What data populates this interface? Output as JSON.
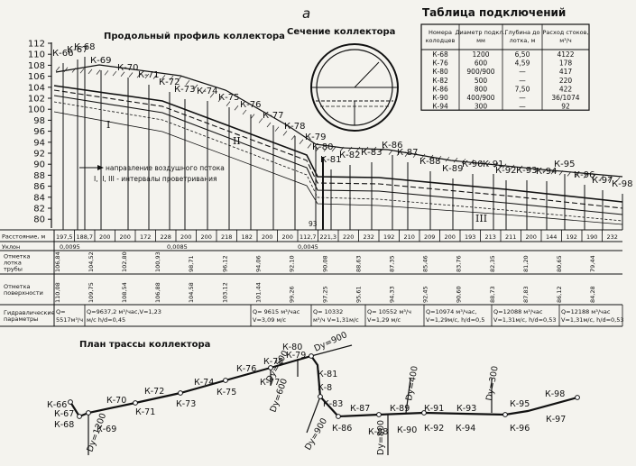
{
  "sheet": {
    "letter": "а",
    "profile_title": "Продольный профиль коллектора",
    "section_title": "Сечение коллектора",
    "plan_title": "План трассы коллектора",
    "table_title": "Таблица подключений"
  },
  "profile": {
    "elevation_ticks": [
      "112",
      "110",
      "108",
      "106",
      "104",
      "102",
      "100",
      "98",
      "96",
      "94",
      "92",
      "90",
      "88",
      "86",
      "84",
      "82",
      "80"
    ],
    "profile_wells": [
      "К-66",
      "К-67",
      "К-68",
      "К-69",
      "К-70",
      "К-71",
      "К-72",
      "К-73",
      "К-74",
      "К-75",
      "К-76",
      "К-77",
      "К-78",
      "К-79",
      "К-80",
      "К-81",
      "К-82",
      "К-83",
      "К-86",
      "К-87",
      "К-88",
      "К-89",
      "К-90",
      "К-91",
      "К-92",
      "К-93",
      "К-94",
      "К-95",
      "К-96",
      "К-97",
      "К-98"
    ],
    "zones": [
      "I",
      "II",
      "III"
    ],
    "legend_line1": "направление воздушного потока",
    "legend_line2": "I, II, III - интервалы проветривания",
    "markers": [
      "93"
    ]
  },
  "strip": {
    "row_labels": [
      "Расстояние, м",
      "Уклон",
      "Отметка лотка трубы",
      "Отметка поверхности",
      "Гидравлические параметры"
    ],
    "distances": [
      "197,5",
      "188,7",
      "200",
      "200",
      "172",
      "228",
      "200",
      "200",
      "218",
      "182",
      "200",
      "200",
      "112,7",
      "221,3",
      "220",
      "232",
      "192",
      "210",
      "209",
      "200",
      "193",
      "213",
      "211",
      "200",
      "144",
      "192",
      "190",
      "232"
    ],
    "slopes": [
      "0,0095",
      "0,0085",
      "0,0045"
    ],
    "tray_marks": [
      "106,84",
      "104,52",
      "102,80",
      "100,93",
      "98,71",
      "96,12",
      "94,06",
      "92,10",
      "90,08",
      "88,63",
      "87,35",
      "85,46",
      "83,76",
      "82,35",
      "81,20",
      "80,65",
      "79,44"
    ],
    "surface_marks": [
      "110,08",
      "109,75",
      "108,54",
      "106,88",
      "104,58",
      "103,12",
      "101,44",
      "99,26",
      "97,25",
      "95,61",
      "94,33",
      "92,45",
      "90,60",
      "88,73",
      "87,83",
      "86,12",
      "84,28"
    ],
    "hydraulic": [
      "Q= 5517м³/ч",
      "Q=9637,2 м³/час,V=1,23 м/с h/d=0,45",
      "Q= 9615 м³/час V=3,09 м/с",
      "Q= 10332 м³/ч V=1,31м/с",
      "Q= 10552 м³/ч V=1,29 м/с",
      "Q=10974 м³/час, V=1,29м/с, h/d=0,5",
      "Q=12088 м³/час V=1,31м/с, h/d=0,53",
      "Q=12188 м³/час V=1,31м/с, h/d=0,53"
    ]
  },
  "table": {
    "headers": [
      "Номера колодцев",
      "Диаметр подкл., мм",
      "Глубина до лотка, м",
      "Расход стоков, м³/ч"
    ],
    "rows": [
      [
        "К-68",
        "1200",
        "6,50",
        "4122"
      ],
      [
        "К-76",
        "600",
        "4,59",
        "178"
      ],
      [
        "К-80",
        "900/900",
        "—",
        "417"
      ],
      [
        "К-82",
        "500",
        "—",
        "220"
      ],
      [
        "К-86",
        "800",
        "7,50",
        "422"
      ],
      [
        "К-90",
        "400/900",
        "—",
        "36/1074"
      ],
      [
        "К-94",
        "300",
        "—",
        "92"
      ]
    ]
  },
  "plan": {
    "wells": [
      "К-66",
      "К-67",
      "К-68",
      "К-69",
      "К-70",
      "К-71",
      "К-72",
      "К-73",
      "К-74",
      "К-75",
      "К-76",
      "К-77",
      "К-78",
      "К-79",
      "К-80",
      "К-81",
      "К-8",
      "К-83",
      "К-86",
      "К-87",
      "К-88",
      "К-89",
      "К-90",
      "К-91",
      "К-92",
      "К-93",
      "К-94",
      "К-95",
      "К-96",
      "К-97",
      "К-98"
    ],
    "diameters": [
      "Dу=1200",
      "Dу=600",
      "Dу=500",
      "Dу=900",
      "Dу=900",
      "Dу=800",
      "Dу=400",
      "Dу=300"
    ]
  }
}
